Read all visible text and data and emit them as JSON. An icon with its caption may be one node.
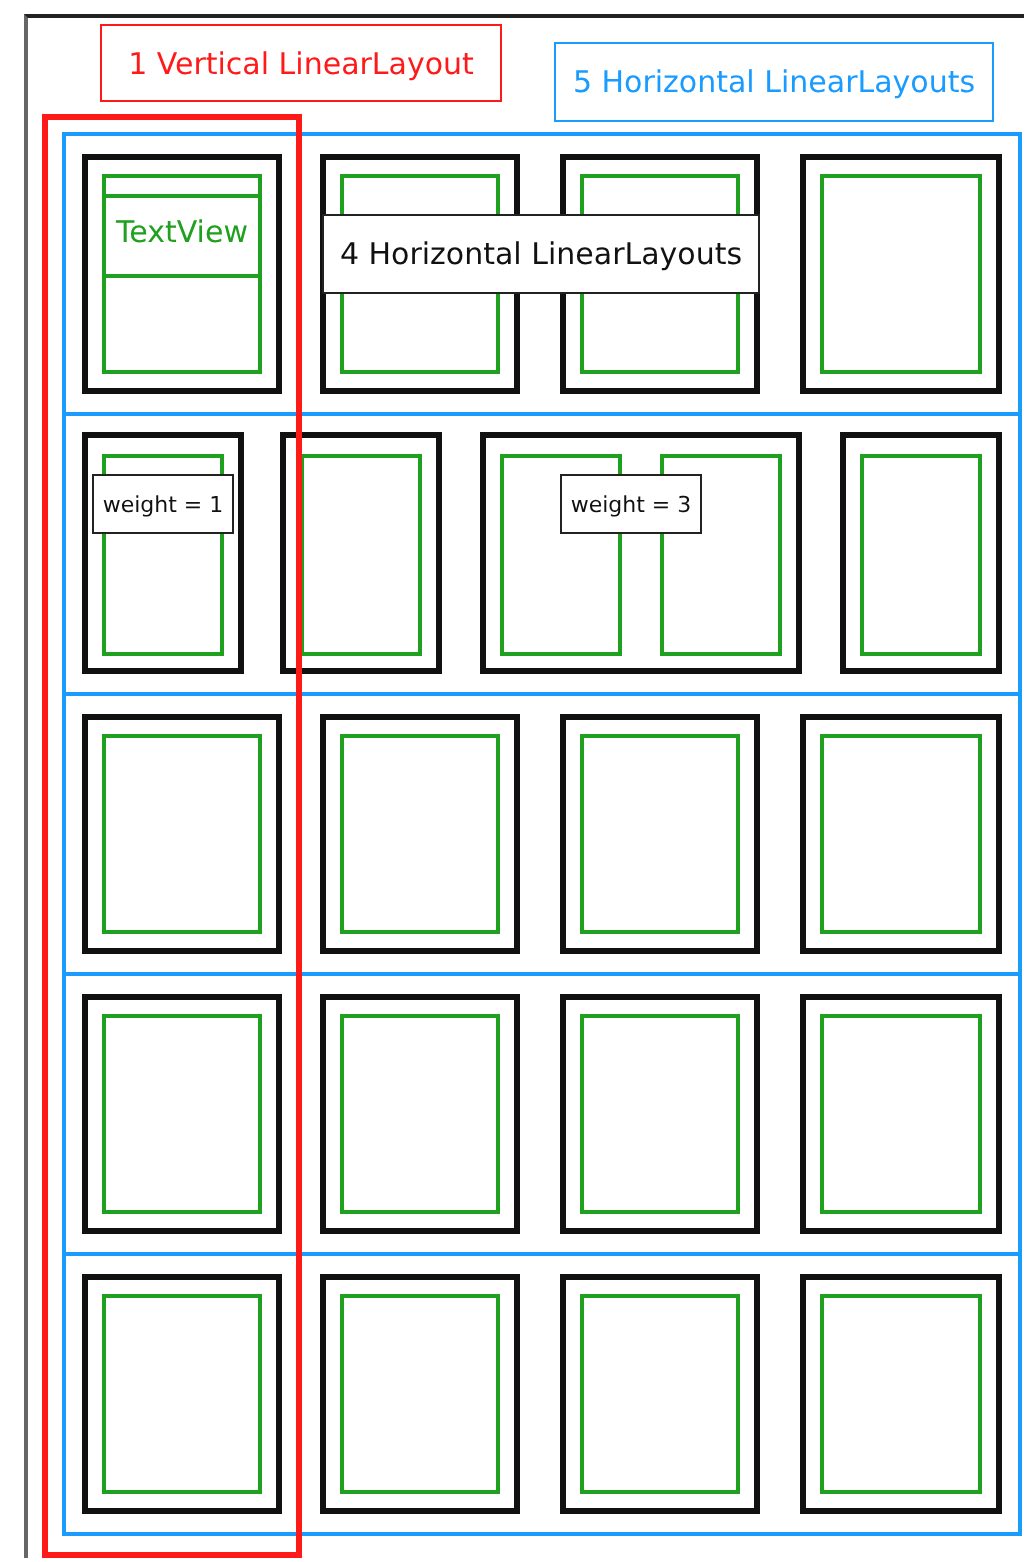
{
  "diagram": {
    "nodes": [
      {
        "text": [
          "1 Vertical LinearLayout"
        ]
      },
      {
        "text": [
          "5 Horizontal LinearLayouts"
        ]
      },
      {
        "text": [],
        "shape": "box"
      },
      {
        "text": [],
        "shape": "box"
      },
      {
        "text": [],
        "shape": "box"
      },
      {
        "text": [
          "TextView"
        ],
        "in": 4
      },
      {
        "text": [],
        "shape": "box",
        "in": 3
      },
      {
        "text": [],
        "shape": "box",
        "in": 6
      },
      {
        "text": [],
        "shape": "box",
        "in": 3
      },
      {
        "text": [],
        "shape": "box",
        "in": 8
      },
      {
        "text": [],
        "shape": "box",
        "in": 3
      },
      {
        "text": [],
        "shape": "box",
        "in": 10
      },
      {
        "text": [
          "4 Horizontal LinearLayouts"
        ],
        "in": 3
      },
      {
        "text": [],
        "shape": "box"
      },
      {
        "text": [],
        "shape": "box"
      },
      {
        "text": [],
        "shape": "box",
        "in": 14
      },
      {
        "text": [
          "weight = 1"
        ],
        "in": 14
      },
      {
        "text": [],
        "shape": "box",
        "in": 13
      },
      {
        "text": [],
        "shape": "box",
        "in": 17
      },
      {
        "text": [],
        "shape": "box",
        "in": 13
      },
      {
        "text": [],
        "shape": "box",
        "in": 19
      },
      {
        "text": [],
        "shape": "box",
        "in": 19
      },
      {
        "text": [
          "weight = 3"
        ],
        "in": 19
      },
      {
        "text": [],
        "shape": "box",
        "in": 13
      },
      {
        "text": [],
        "shape": "box",
        "in": 23
      },
      {
        "text": [],
        "shape": "box"
      },
      {
        "text": [],
        "shape": "box"
      },
      {
        "text": [],
        "shape": "box",
        "in": 26
      },
      {
        "text": [],
        "shape": "box",
        "in": 25
      },
      {
        "text": [],
        "shape": "box",
        "in": 28
      },
      {
        "text": [],
        "shape": "box",
        "in": 25
      },
      {
        "text": [],
        "shape": "box",
        "in": 30
      },
      {
        "text": [],
        "shape": "box",
        "in": 25
      },
      {
        "text": [],
        "shape": "box",
        "in": 32
      },
      {
        "text": [],
        "shape": "box"
      },
      {
        "text": [],
        "shape": "box"
      },
      {
        "text": [],
        "shape": "box",
        "in": 35
      },
      {
        "text": [],
        "shape": "box",
        "in": 34
      },
      {
        "text": [],
        "shape": "box",
        "in": 37
      },
      {
        "text": [],
        "shape": "box",
        "in": 34
      },
      {
        "text": [],
        "shape": "box",
        "in": 39
      },
      {
        "text": [],
        "shape": "box",
        "in": 34
      },
      {
        "text": [],
        "shape": "box",
        "in": 41
      },
      {
        "text": [],
        "shape": "box"
      },
      {
        "text": [],
        "shape": "box"
      },
      {
        "text": [],
        "shape": "box",
        "in": 44
      },
      {
        "text": [],
        "shape": "box",
        "in": 43
      },
      {
        "text": [],
        "shape": "box",
        "in": 46
      },
      {
        "text": [],
        "shape": "box",
        "in": 43
      },
      {
        "text": [],
        "shape": "box",
        "in": 48
      },
      {
        "text": [],
        "shape": "box",
        "in": 43
      },
      {
        "text": [],
        "shape": "box",
        "in": 50
      }
    ]
  }
}
